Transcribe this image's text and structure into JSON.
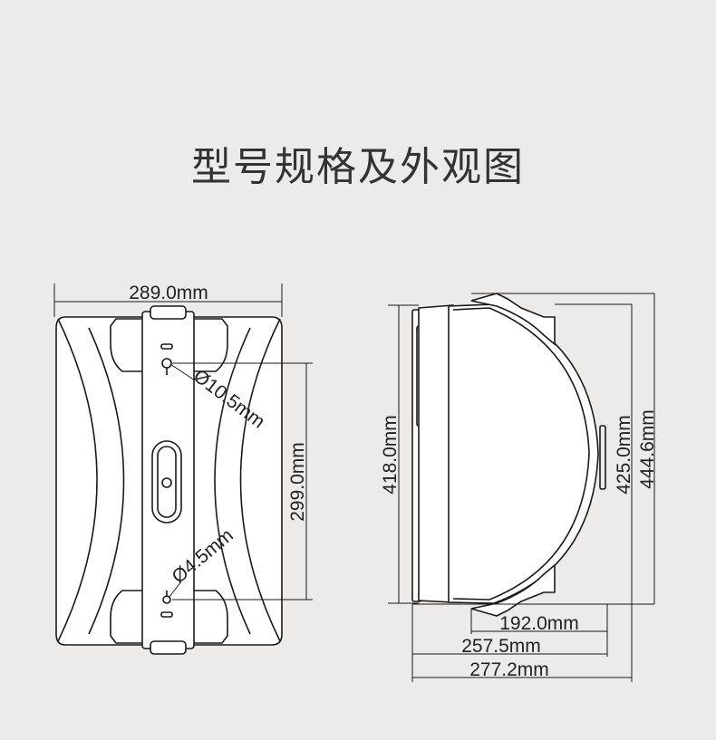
{
  "title": "型号规格及外观图",
  "front_view": {
    "width_label": "289.0mm",
    "hole_large_label": "Ø10.5mm",
    "hole_small_label": "Ø4.5mm",
    "hole_spacing_label": "299.0mm"
  },
  "side_view": {
    "height_left_label": "418.0mm",
    "height_inner_label": "425.0mm",
    "height_outer_label": "444.6mm",
    "depth_1_label": "192.0mm",
    "depth_2_label": "257.5mm",
    "depth_3_label": "277.2mm"
  },
  "colors": {
    "background": "#ecebe9",
    "line": "#1a1a1a",
    "text": "#222222"
  }
}
